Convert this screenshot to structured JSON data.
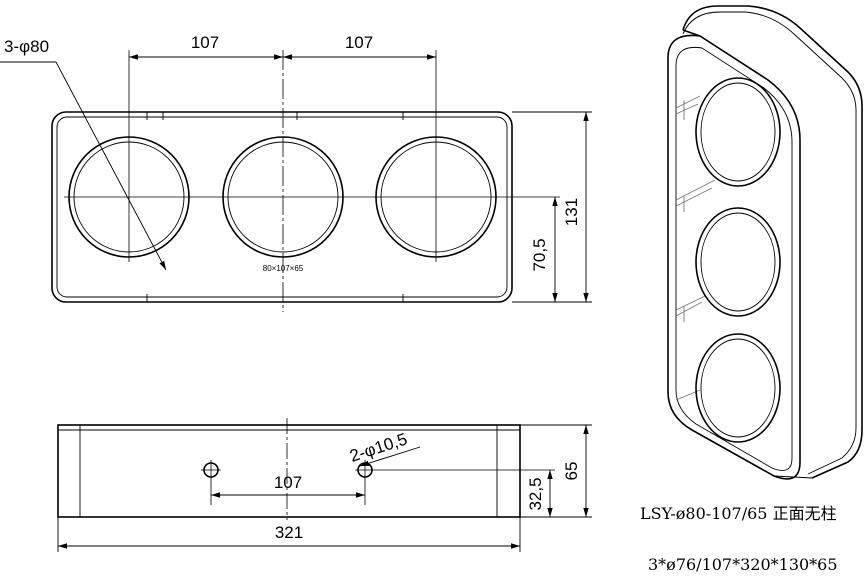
{
  "front_view": {
    "hole_label": "3-φ80",
    "pitch_left": "107",
    "pitch_right": "107",
    "height_overall": "131",
    "height_center": "70,5",
    "center_note": "80×107×65"
  },
  "bottom_view": {
    "mount_hole_label": "2-φ10,5",
    "mount_pitch": "107",
    "width_overall": "321",
    "depth_overall": "65",
    "mount_height": "32,5"
  },
  "captions": {
    "model": "LSY-ø80-107/65 正面无柱",
    "spec": "3*ø76/107*320*130*65"
  }
}
